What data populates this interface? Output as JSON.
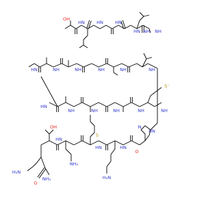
{
  "molecule": {
    "atom_labels": {
      "nh": "NH",
      "hn": "HN",
      "h2n": "H₂N",
      "nh2": "NH₂",
      "oh": "OH",
      "o": "O",
      "s": "S",
      "s_anion": "S⁻",
      "n": "N"
    },
    "colors": {
      "bond": "#000000",
      "nitrogen": "#2d33c9",
      "oxygen": "#e0211a",
      "sulfur": "#b8900a",
      "background": "#ffffff"
    }
  }
}
